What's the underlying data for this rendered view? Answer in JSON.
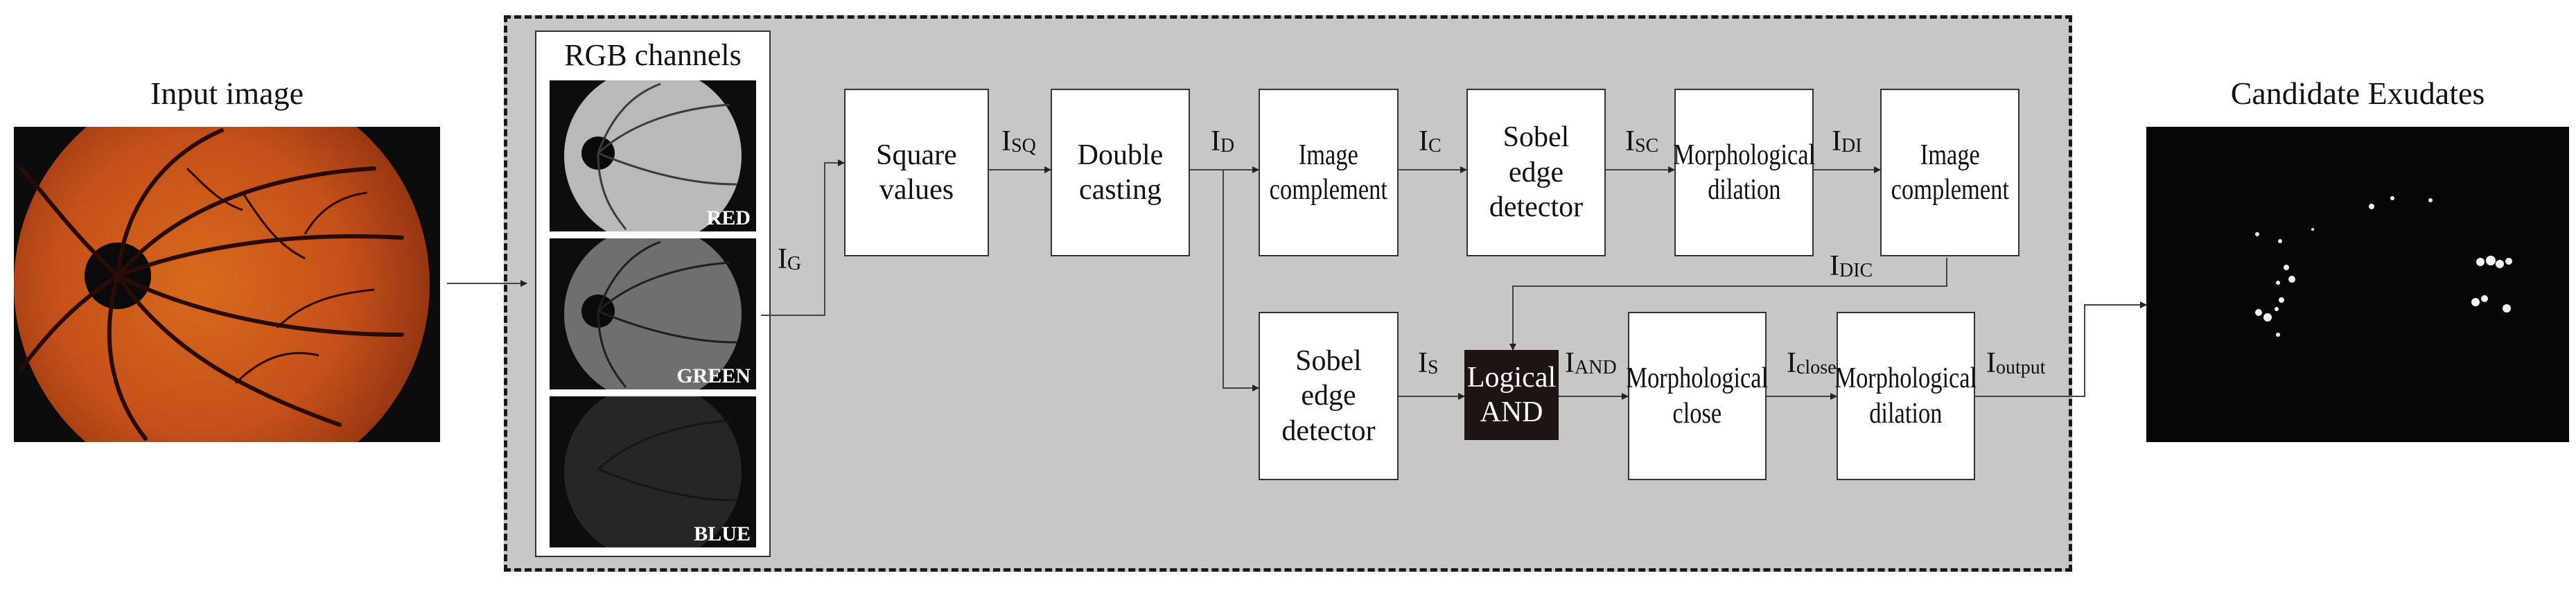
{
  "input": {
    "caption": "Input image"
  },
  "output": {
    "caption": "Candidate Exudates"
  },
  "rgb": {
    "title": "RGB channels",
    "channels": [
      {
        "label": "RED"
      },
      {
        "label": "GREEN"
      },
      {
        "label": "BLUE"
      }
    ]
  },
  "blocks": {
    "square": "Square\nvalues",
    "double": "Double\ncasting",
    "complement1": "Image\ncomplement",
    "sobel1": "Sobel\nedge\ndetector",
    "dilation1": "Morphological\ndilation",
    "complement2": "Image\ncomplement",
    "sobel2": "Sobel\nedge\ndetector",
    "logical_and": "Logical\nAND",
    "close": "Morphological\nclose",
    "dilation2": "Morphological\ndilation"
  },
  "signals": {
    "ig": {
      "main": "I",
      "sub": "G"
    },
    "isq": {
      "main": "I",
      "sub": "SQ"
    },
    "id": {
      "main": "I",
      "sub": "D"
    },
    "ic": {
      "main": "I",
      "sub": "C"
    },
    "isc": {
      "main": "I",
      "sub": "SC"
    },
    "idi": {
      "main": "I",
      "sub": "DI"
    },
    "idic": {
      "main": "I",
      "sub": "DIC"
    },
    "is": {
      "main": "I",
      "sub": "S"
    },
    "iand": {
      "main": "I",
      "sub": "AND"
    },
    "iclose": {
      "main": "I",
      "sub": "close"
    },
    "ioutput": {
      "main": "I",
      "sub": "output"
    }
  }
}
